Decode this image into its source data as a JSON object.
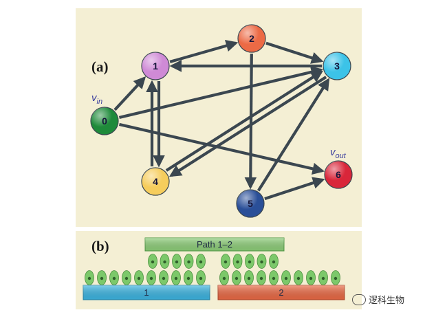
{
  "panel_a": {
    "label": "(a)",
    "v_in": {
      "base": "v",
      "sub": "in"
    },
    "v_out": {
      "base": "v",
      "sub": "out"
    },
    "nodes": [
      {
        "id": "0",
        "label": "0",
        "color": "#1e8a3a"
      },
      {
        "id": "1",
        "label": "1",
        "color": "#cf8ad6"
      },
      {
        "id": "2",
        "label": "2",
        "color": "#ec6a45"
      },
      {
        "id": "3",
        "label": "3",
        "color": "#3cc3e8"
      },
      {
        "id": "4",
        "label": "4",
        "color": "#f6cd5c"
      },
      {
        "id": "5",
        "label": "5",
        "color": "#2a4f98"
      },
      {
        "id": "6",
        "label": "6",
        "color": "#d9263a"
      }
    ],
    "edges": [
      [
        "0",
        "1"
      ],
      [
        "0",
        "3"
      ],
      [
        "0",
        "6"
      ],
      [
        "1",
        "2"
      ],
      [
        "1",
        "4"
      ],
      [
        "4",
        "1"
      ],
      [
        "3",
        "1"
      ],
      [
        "2",
        "3"
      ],
      [
        "2",
        "5"
      ],
      [
        "4",
        "3"
      ],
      [
        "3",
        "4"
      ],
      [
        "5",
        "3"
      ],
      [
        "5",
        "6"
      ]
    ]
  },
  "panel_b": {
    "label": "(b)",
    "bar_top": {
      "label": "Path 1–2",
      "color": "#8fd07a"
    },
    "bar_1": {
      "label": "1",
      "color": "#3cb6e3"
    },
    "bar_2": {
      "label": "2",
      "color": "#ec6a45"
    }
  },
  "watermark": {
    "text": "逻科生物"
  }
}
